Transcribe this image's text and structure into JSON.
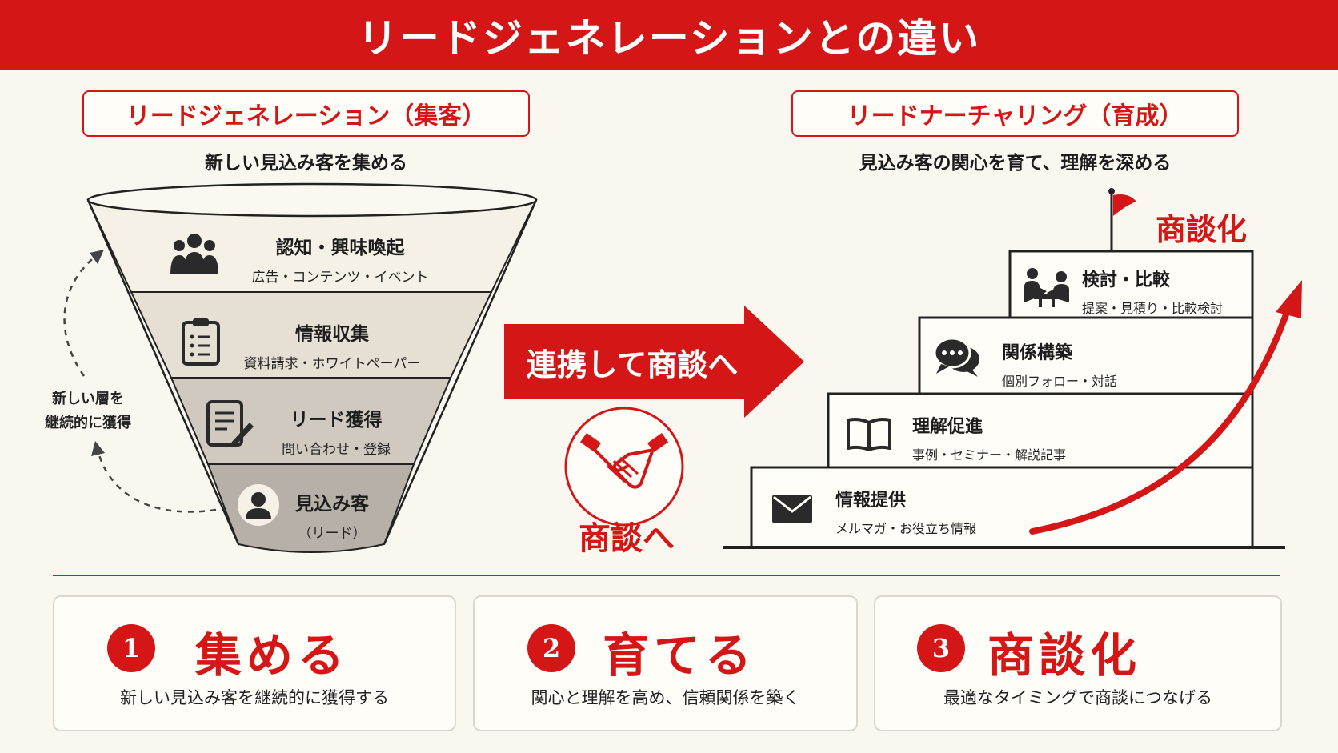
{
  "title": "リードジェネレーションとの違い",
  "left": {
    "heading": "リードジェネレーション（集客）",
    "subtitle": "新しい見込み客を集める",
    "funnel": [
      {
        "title": "認知・興味喚起",
        "sub": "広告・コンテンツ・イベント",
        "icon": "group-icon"
      },
      {
        "title": "情報収集",
        "sub": "資料請求・ホワイトペーパー",
        "icon": "clipboard-icon"
      },
      {
        "title": "リード獲得",
        "sub": "問い合わせ・登録",
        "icon": "form-edit-icon"
      },
      {
        "title": "見込み客",
        "sub": "（リード）",
        "icon": "person-icon"
      }
    ],
    "side_note_1": "新しい層を",
    "side_note_2": "継続的に獲得"
  },
  "middle": {
    "arrow_label": "連携して商談へ",
    "handshake_label": "商談へ"
  },
  "right": {
    "heading": "リードナーチャリング（育成）",
    "subtitle": "見込み客の関心を育て、理解を深める",
    "goal": "商談化",
    "steps": [
      {
        "title": "情報提供",
        "sub": "メルマガ・お役立ち情報",
        "icon": "envelope-icon"
      },
      {
        "title": "理解促進",
        "sub": "事例・セミナー・解説記事",
        "icon": "book-icon"
      },
      {
        "title": "関係構築",
        "sub": "個別フォロー・対話",
        "icon": "chat-icon"
      },
      {
        "title": "検討・比較",
        "sub": "提案・見積り・比較検討",
        "icon": "meeting-icon"
      }
    ]
  },
  "cards": [
    {
      "num": "1",
      "head": "集める",
      "sub": "新しい見込み客を継続的に獲得する"
    },
    {
      "num": "2",
      "head": "育てる",
      "sub": "関心と理解を高め、信頼関係を築く"
    },
    {
      "num": "3",
      "head": "商談化",
      "sub": "最適なタイミングで商談につなげる"
    }
  ],
  "colors": {
    "accent": "#d41616",
    "background": "#faf7f0"
  }
}
